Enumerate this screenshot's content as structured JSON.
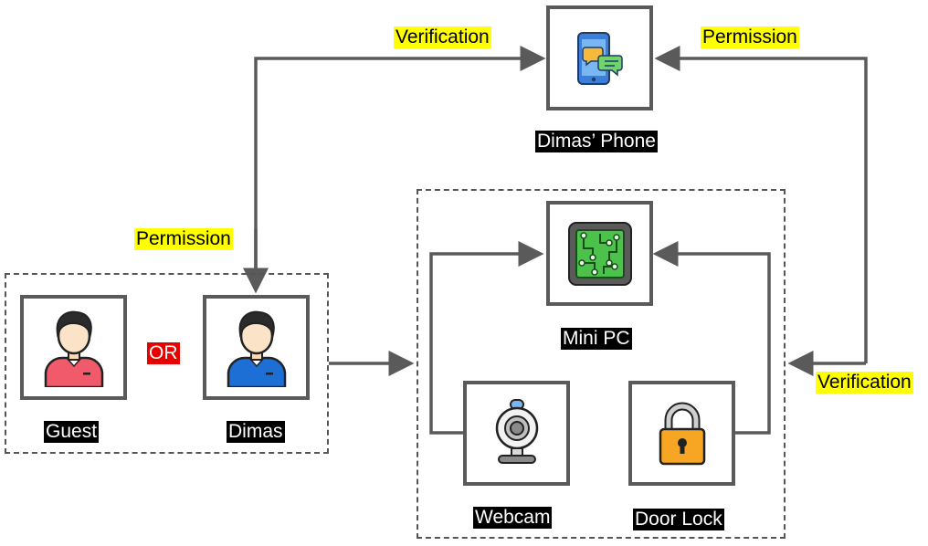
{
  "nodes": {
    "phone": {
      "caption": "Dimas’ Phone",
      "icon": "phone-chat-icon"
    },
    "mini_pc": {
      "caption": "Mini PC",
      "icon": "circuit-board-icon"
    },
    "webcam": {
      "caption": "Webcam",
      "icon": "webcam-icon"
    },
    "door_lock": {
      "caption": "Door Lock",
      "icon": "padlock-icon"
    },
    "guest": {
      "caption": "Guest",
      "icon": "person-red-shirt-icon"
    },
    "dimas": {
      "caption": "Dimas",
      "icon": "person-blue-shirt-icon"
    }
  },
  "labels": {
    "verification_top": "Verification",
    "permission_top": "Permission",
    "permission_left": "Permission",
    "verification_right": "Verification",
    "or": "OR"
  },
  "colors": {
    "box_border": "#5a5a5a",
    "arrow": "#5a5a5a",
    "label_highlight": "#ffff00",
    "or_background": "#e60000",
    "caption_background": "#000000",
    "guest_shirt": "#f05a6a",
    "dimas_shirt": "#1d6fd6"
  }
}
